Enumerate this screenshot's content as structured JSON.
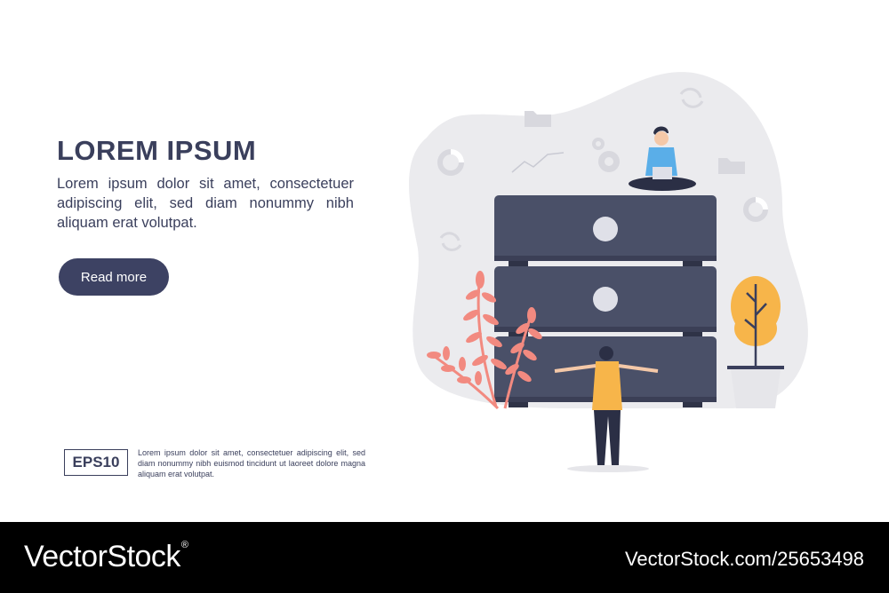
{
  "hero": {
    "title": "LOREM IPSUM",
    "body": "Lorem ipsum dolor sit amet, consectetuer adipiscing elit, sed diam nonummy nibh aliquam erat volutpat.",
    "button_label": "Read more"
  },
  "badge": {
    "label": "EPS10",
    "text": "Lorem ipsum dolor sit amet, consectetuer adipiscing elit, sed diam nonummy nibh euismod tincidunt ut laoreet dolore magna aliquam erat volutpat."
  },
  "footer": {
    "brand": "VectorStock",
    "registered_mark": "®",
    "credit": "VectorStock.com/25653498"
  },
  "colors": {
    "primary": "#3d4263",
    "text": "#3a3f5c",
    "server": "#4a5068",
    "plant_coral": "#f28a80",
    "tree_orange": "#f7b54a",
    "shirt_blue": "#5aaee8",
    "shirt_orange": "#f7b54a",
    "blob": "#ebebee",
    "footer_bg": "#000000"
  },
  "illustration": {
    "icons": [
      "folder-icon",
      "line-chart-icon",
      "gear-icon",
      "sync-icon",
      "donut-chart-icon"
    ]
  }
}
